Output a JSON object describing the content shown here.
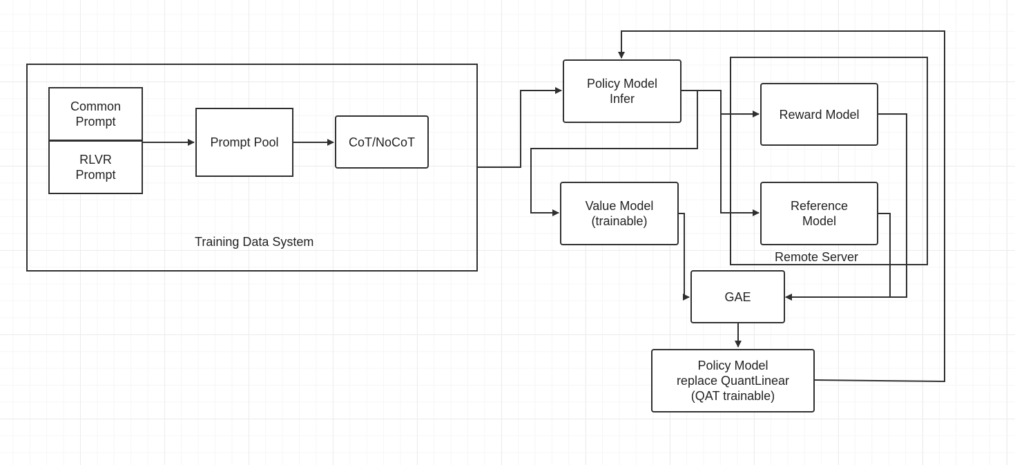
{
  "diagram": {
    "containers": {
      "training_data_system": "Training Data System",
      "remote_server": "Remote Server"
    },
    "nodes": {
      "common_prompt": "Common\nPrompt",
      "rlvr_prompt": "RLVR\nPrompt",
      "prompt_pool": "Prompt Pool",
      "cot_nocot": "CoT/NoCoT",
      "policy_model_infer": "Policy Model\nInfer",
      "value_model": "Value Model\n(trainable)",
      "reward_model": "Reward Model",
      "reference_model": "Reference\nModel",
      "gae": "GAE",
      "policy_model_qat": "Policy Model\nreplace QuantLinear\n(QAT trainable)"
    },
    "edges": [
      {
        "from": "prompt-group",
        "to": "prompt_pool"
      },
      {
        "from": "prompt_pool",
        "to": "cot_nocot"
      },
      {
        "from": "training_data_system",
        "to": "policy_model_infer"
      },
      {
        "from": "policy_model_infer",
        "to": "reward_model"
      },
      {
        "from": "policy_model_infer",
        "to": "reference_model"
      },
      {
        "from": "policy_model_infer",
        "to": "value_model"
      },
      {
        "from": "value_model",
        "to": "gae"
      },
      {
        "from": "reward_model",
        "to": "gae"
      },
      {
        "from": "reference_model",
        "to": "gae"
      },
      {
        "from": "gae",
        "to": "policy_model_qat"
      },
      {
        "from": "policy_model_qat",
        "to": "policy_model_infer"
      }
    ],
    "line_color": "#2f2f2f"
  }
}
